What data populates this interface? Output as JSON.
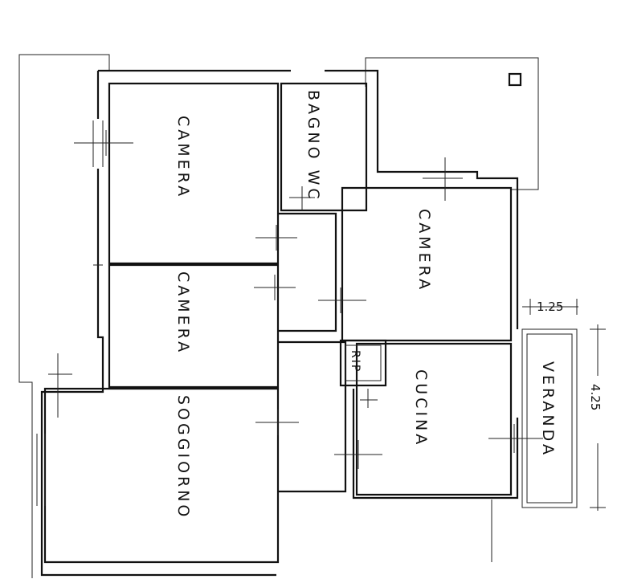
{
  "plan": {
    "rooms": {
      "camera_1": "CAMERA",
      "bagno": "BAGNO WC",
      "camera_2": "CAMERA",
      "camera_3": "CAMERA",
      "soggiorno": "SOGGIORNO",
      "cucina": "CUCINA",
      "rip": "RIP",
      "veranda": "VERANDA"
    },
    "dimensions": {
      "top": "1.25",
      "right": "4.25"
    }
  }
}
